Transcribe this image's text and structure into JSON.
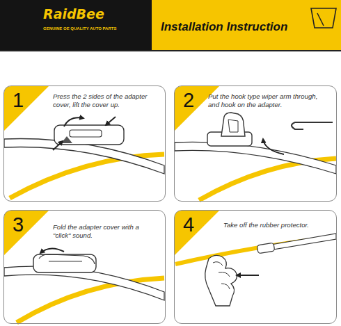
{
  "diagram": {
    "title": "Installation Instruction",
    "nodes": [
      {
        "text": [
          "RaidBee",
          "GENUINE OE QUALITY AUTO PARTS"
        ]
      },
      {
        "text": [
          "1",
          "Press the 2 sides of the adapter cover, lift the cover up."
        ]
      },
      {
        "text": [
          "2",
          "Put the hook type wiper arm through, and hook on the adapter."
        ]
      },
      {
        "text": [
          "3",
          "Fold the adapter cover with a \"click\" sound."
        ]
      },
      {
        "text": [
          "4",
          "Take off the rubber protector."
        ]
      }
    ]
  }
}
